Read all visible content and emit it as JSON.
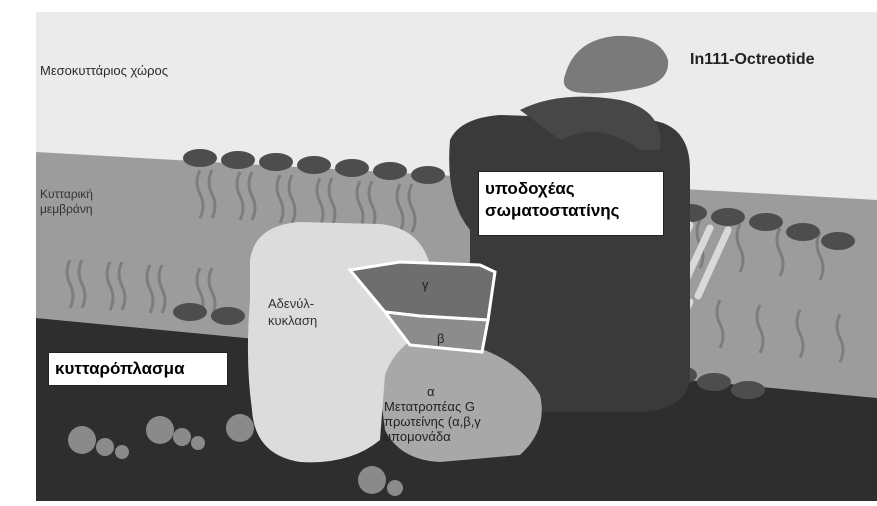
{
  "labels": {
    "extracellular_space": "Μεσοκυττάριος χώρος",
    "ligand": "In111-Octreotide",
    "membrane": [
      "Κυτταρική",
      "μεμβράνη"
    ],
    "receptor": [
      "υποδοχέας",
      "σωματοστατίνης"
    ],
    "adenylate_cyclase": [
      "Αδενύλ-",
      "κυκλαση"
    ],
    "gamma": "γ",
    "beta": "β",
    "alpha": "α",
    "g_protein": [
      "Μετατροπέας G",
      "πρωτείνης (α,β,γ",
      "υπομονάδα"
    ],
    "cytoplasm": "κυτταρόπλασμα"
  },
  "colors": {
    "background": "#ebebeb",
    "membrane_band": "#9c9c9c",
    "cytoplasm": "#2e2e2e",
    "receptor": "#3a3a3a",
    "lipid_head": "#4d4d4d",
    "adenylate_cyclase": "#dcdcdc",
    "g_protein": "#a8a8a8",
    "gamma_subunit": "#6e6e6e",
    "outline": "#ffffff"
  }
}
